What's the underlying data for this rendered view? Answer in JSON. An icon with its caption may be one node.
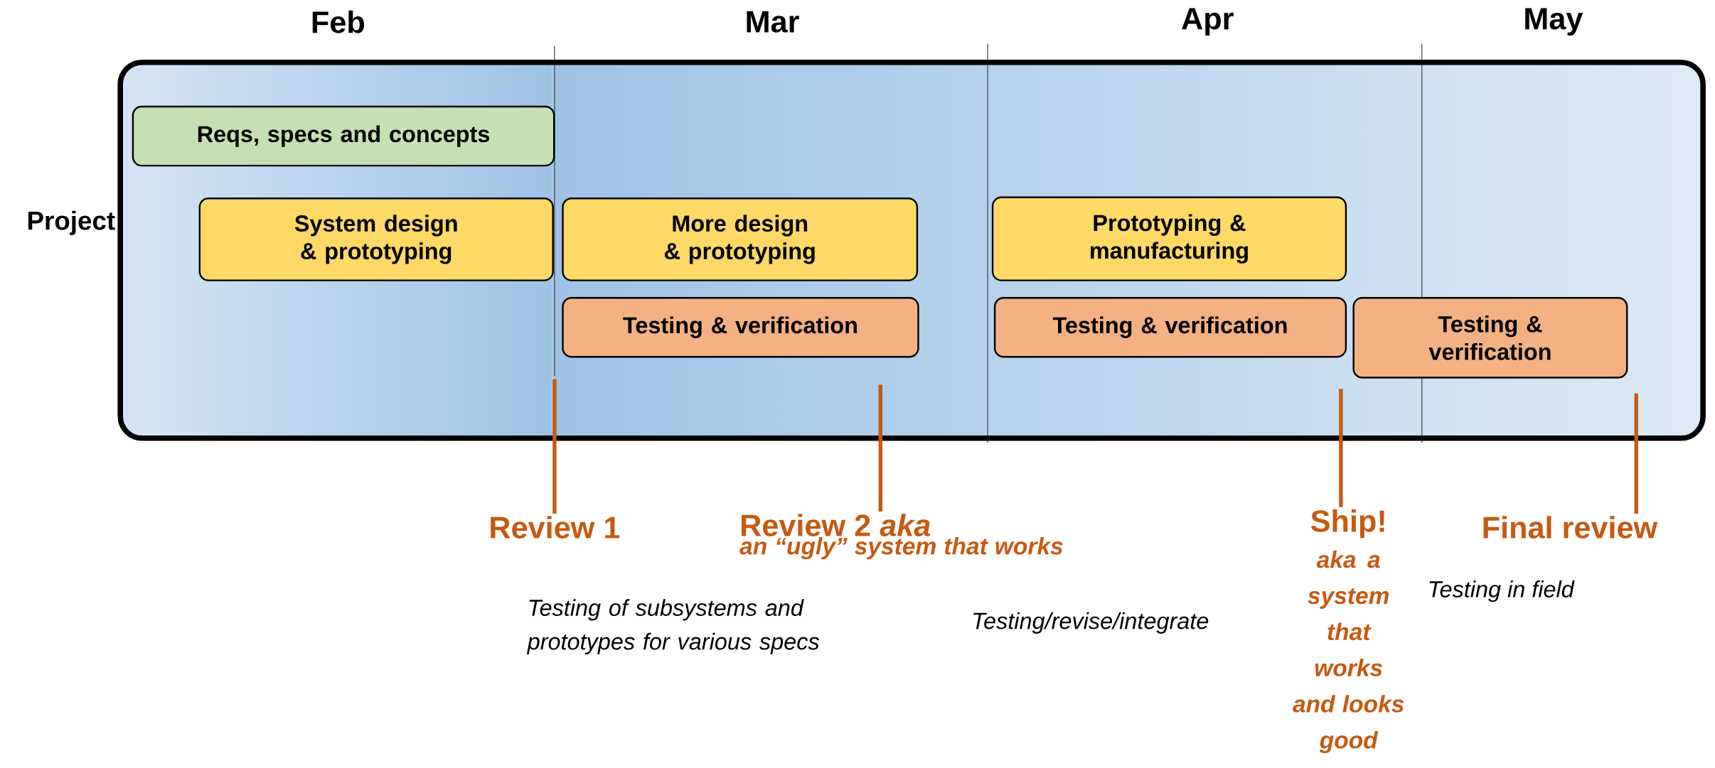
{
  "diagram": {
    "nodes": [
      {
        "text": [
          "Project"
        ]
      },
      {
        "text": [
          "Reqs, specs and concepts"
        ],
        "in": 0
      },
      {
        "text": [
          "System design & prototyping"
        ],
        "in": 0
      },
      {
        "text": [
          "More design & prototyping"
        ],
        "in": 0
      },
      {
        "text": [
          "Testing & verification"
        ],
        "in": 0
      },
      {
        "text": [
          "Prototyping & manufacturing"
        ],
        "in": 0
      },
      {
        "text": [
          "Testing & verification"
        ],
        "in": 0
      },
      {
        "text": [
          "Testing & verification"
        ],
        "in": 0
      },
      {
        "text": [
          "Review 1"
        ]
      },
      {
        "text": [
          "Review 2 *aka*",
          "an “ugly” system that works"
        ]
      },
      {
        "text": [
          "Ship!",
          "aka a system that works and looks good"
        ]
      },
      {
        "text": [
          "Final review"
        ]
      }
    ],
    "edges": [
      {
        "from": 8,
        "to": null,
        "arrow": "none"
      },
      {
        "from": 9,
        "to": null,
        "arrow": "none"
      },
      {
        "from": 10,
        "to": null,
        "arrow": "none"
      },
      {
        "from": 11,
        "to": null,
        "arrow": "none"
      }
    ],
    "labels": [
      "Feb",
      "Mar",
      "Apr",
      "May",
      "Testing of subsystems and prototypes for various specs",
      "Testing/revise/integrate",
      "Testing in field"
    ]
  }
}
